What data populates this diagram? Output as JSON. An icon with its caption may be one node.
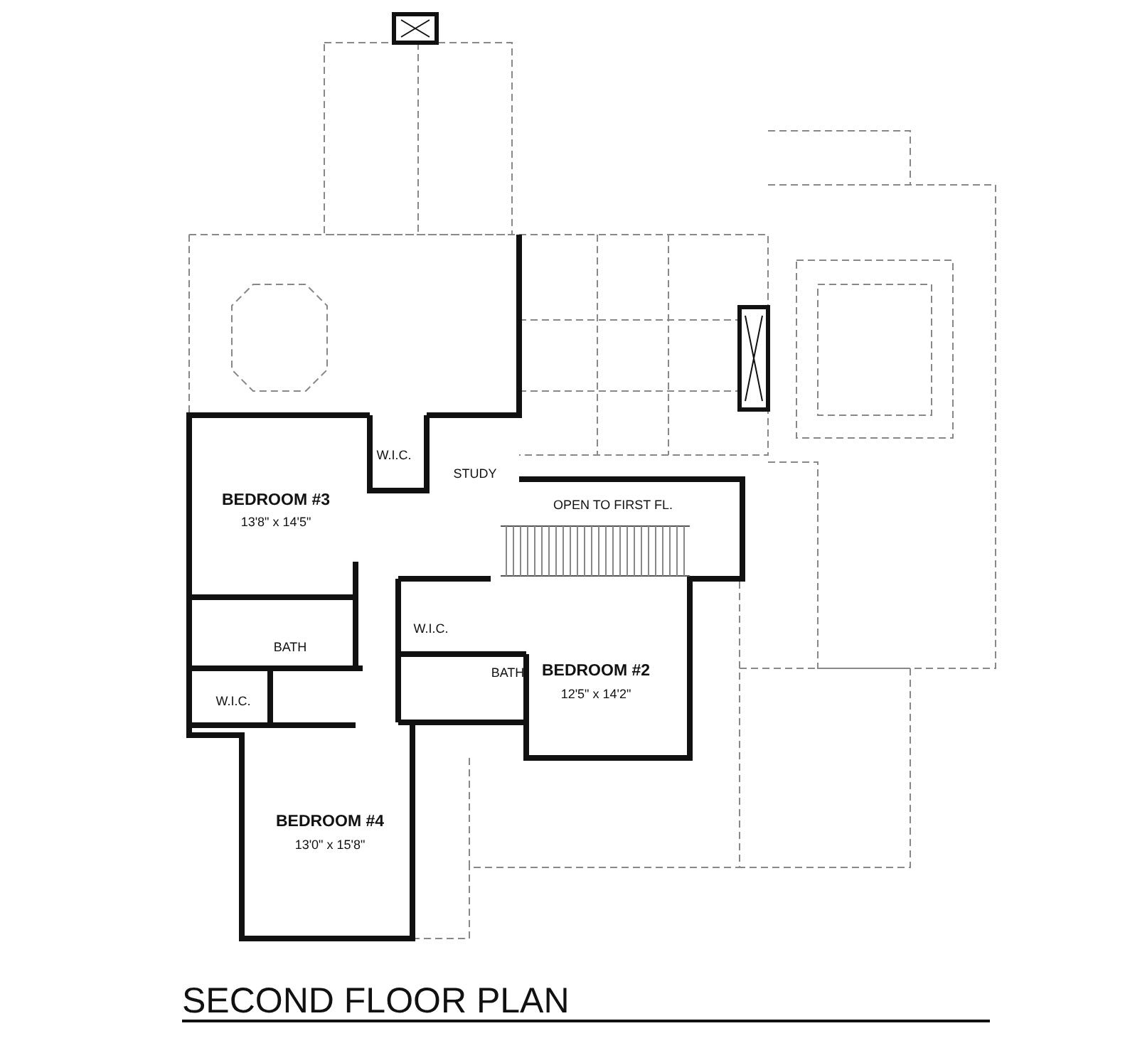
{
  "diagram": {
    "title": "SECOND FLOOR PLAN",
    "labels": [
      "W.I.C.",
      "STUDY",
      "BEDROOM #3",
      "OPEN TO FIRST FL.",
      "13'8\" x 14'5\"",
      "W.I.C.",
      "BATH",
      "BATH",
      "BEDROOM #2",
      "12'5\" x 14'2\"",
      "W.I.C.",
      "BEDROOM #4",
      "13'0\" x 15'8\""
    ]
  }
}
